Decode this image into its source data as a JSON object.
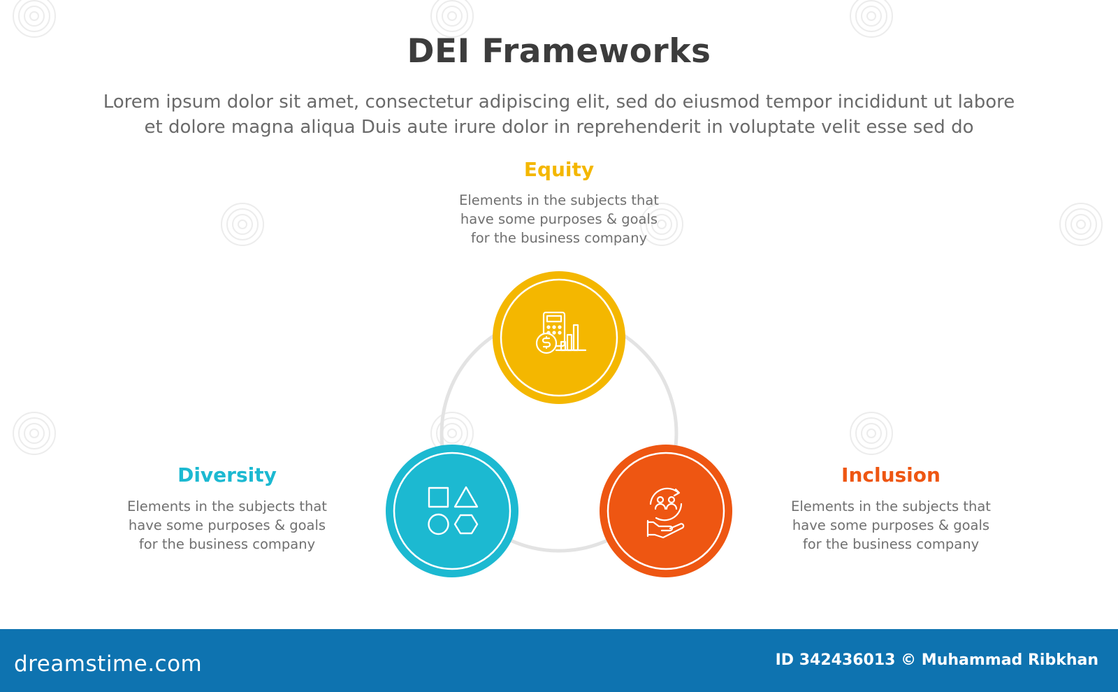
{
  "header": {
    "title": "DEI Frameworks",
    "subtitle_lines": [
      "Lorem ipsum dolor sit amet, consectetur adipiscing elit, sed do eiusmod tempor incididunt ut labore",
      "et dolore magna aliqua Duis aute irure dolor in reprehenderit in voluptate velit esse sed do"
    ]
  },
  "items": [
    {
      "key": "equity",
      "title": "Equity",
      "desc_lines": [
        "Elements in the subjects that",
        "have  some purposes & goals",
        "for the  business company"
      ],
      "color": "#f4b700",
      "icon": "calculator-chart-icon"
    },
    {
      "key": "diversity",
      "title": "Diversity",
      "desc_lines": [
        "Elements in the subjects that",
        "have  some purposes & goals",
        "for the  business company"
      ],
      "color": "#1cb9d1",
      "icon": "shapes-icon"
    },
    {
      "key": "inclusion",
      "title": "Inclusion",
      "desc_lines": [
        "Elements in the subjects that",
        "have  some purposes & goals",
        "for the  business company"
      ],
      "color": "#ee5612",
      "icon": "people-hand-cycle-icon"
    }
  ],
  "colors": {
    "ring": "#e3e3e3",
    "footer": "#0e73b0",
    "title": "#3c3c3c"
  },
  "footer": {
    "logo": "dreamstime.com",
    "credit": "ID 342436013 © Muhammad Ribkhan"
  }
}
